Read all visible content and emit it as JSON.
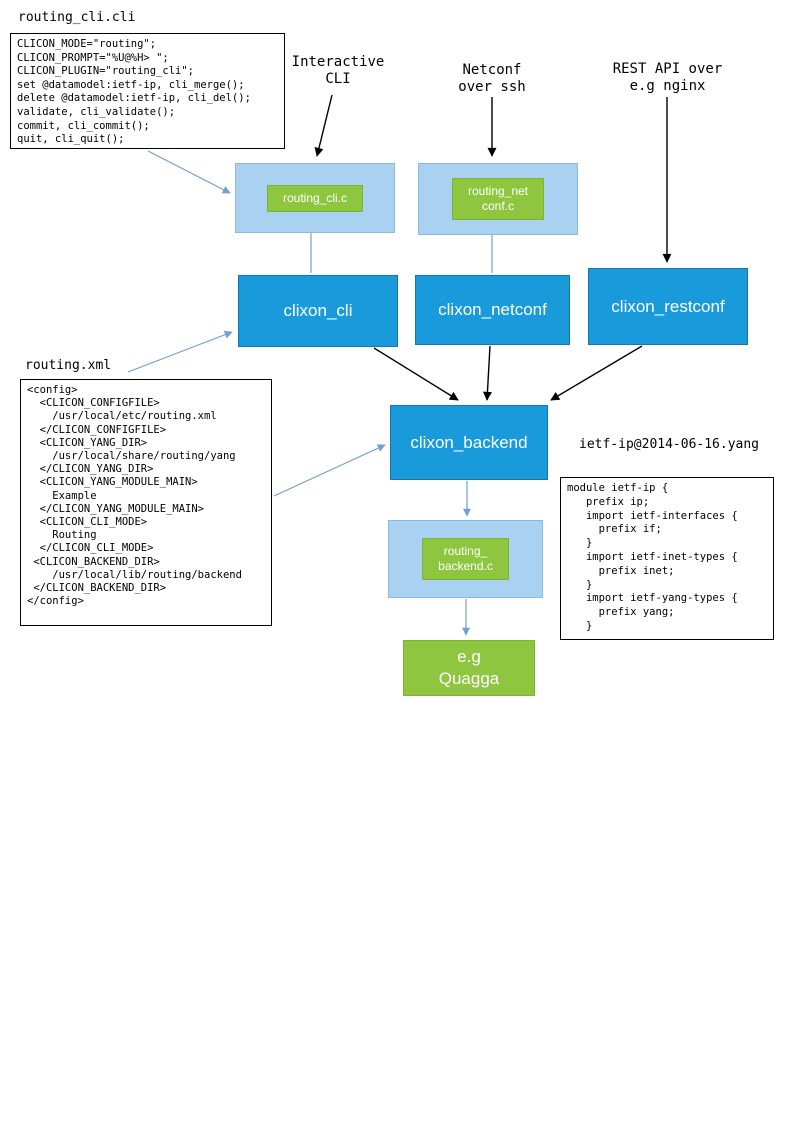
{
  "colors": {
    "node_blue": "#199bdb",
    "panel_blue": "#a9d2f2",
    "green": "#8ec63f",
    "connector_blue": "#729fcf",
    "arrow_black": "#000000"
  },
  "files": {
    "routing_cli": {
      "title": "routing_cli.cli",
      "code": "CLICON_MODE=\"routing\";\nCLICON_PROMPT=\"%U@%H> \";\nCLICON_PLUGIN=\"routing_cli\";\nset @datamodel:ietf-ip, cli_merge();\ndelete @datamodel:ietf-ip, cli_del();\nvalidate, cli_validate();\ncommit, cli_commit();\nquit, cli_quit();"
    },
    "routing_xml": {
      "title": "routing.xml",
      "code": "<config>\n  <CLICON_CONFIGFILE>\n    /usr/local/etc/routing.xml\n  </CLICON_CONFIGFILE>\n  <CLICON_YANG_DIR>\n    /usr/local/share/routing/yang\n  </CLICON_YANG_DIR>\n  <CLICON_YANG_MODULE_MAIN>\n    Example\n  </CLICON_YANG_MODULE_MAIN>\n  <CLICON_CLI_MODE>\n    Routing\n  </CLICON_CLI_MODE>\n <CLICON_BACKEND_DIR>\n    /usr/local/lib/routing/backend\n </CLICON_BACKEND_DIR>\n</config>"
    },
    "yang": {
      "title": "ietf-ip@2014-06-16.yang",
      "code": "module ietf-ip {\n   prefix ip;\n   import ietf-interfaces {\n     prefix if;\n   }\n   import ietf-inet-types {\n     prefix inet;\n   }\n   import ietf-yang-types {\n     prefix yang;\n   }"
    }
  },
  "labels": {
    "interactive_cli": "Interactive\nCLI",
    "netconf": "Netconf\nover ssh",
    "restconf": "REST API over\ne.g nginx"
  },
  "nodes": {
    "clixon_cli": "clixon_cli",
    "clixon_netconf": "clixon_netconf",
    "clixon_restconf": "clixon_restconf",
    "clixon_backend": "clixon_backend",
    "routing_cli_c": "routing_cli.c",
    "routing_netconf_c": "routing_net\nconf.c",
    "routing_backend_c": "routing_\nbackend.c",
    "quagga": "e.g\nQuagga"
  }
}
